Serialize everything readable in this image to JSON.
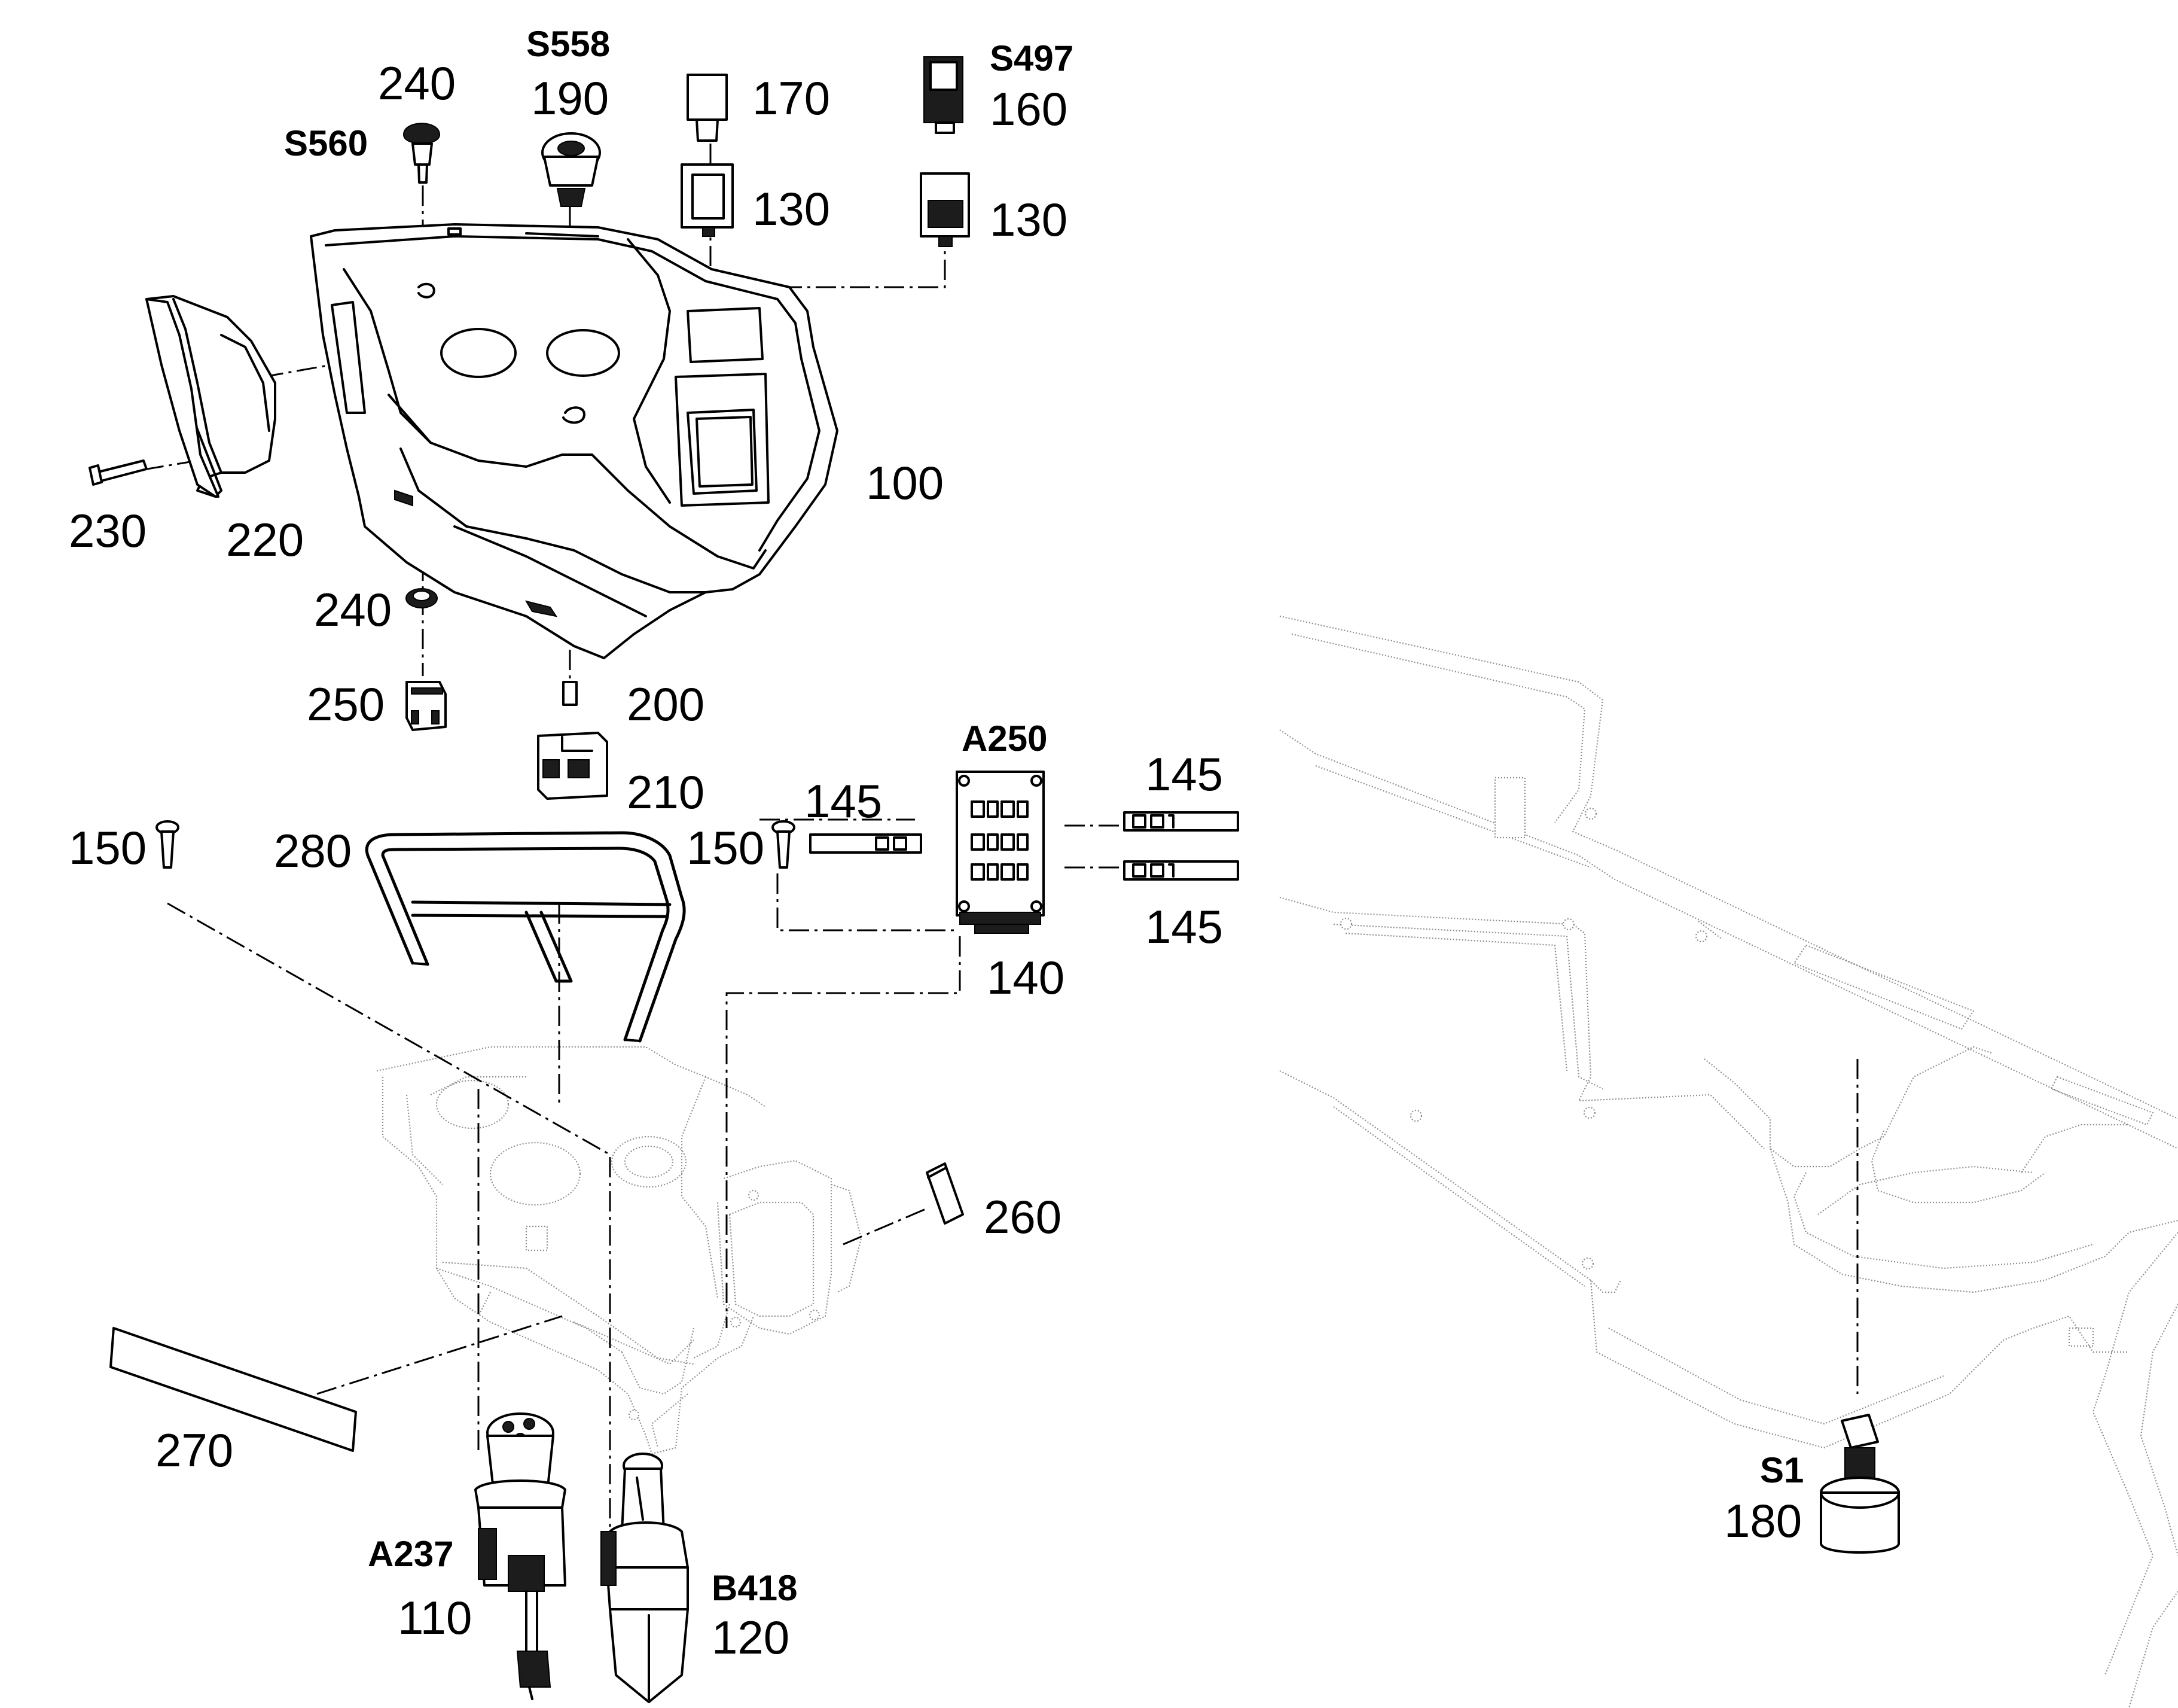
{
  "colors": {
    "ink": "#000000",
    "ghost": "#9a9a9a",
    "fill": "#ffffff"
  },
  "callouts": {
    "n100": "100",
    "n110": "110",
    "n120": "120",
    "n130a": "130",
    "n130b": "130",
    "n140": "140",
    "n145a": "145",
    "n145b": "145",
    "n145c": "145",
    "n150a": "150",
    "n150b": "150",
    "n160": "160",
    "n170": "170",
    "n180": "180",
    "n190": "190",
    "n200": "200",
    "n210": "210",
    "n220": "220",
    "n230": "230",
    "n240a": "240",
    "n240b": "240",
    "n250": "250",
    "n260": "260",
    "n270": "270",
    "n280": "280"
  },
  "references": {
    "s560": "S560",
    "s558": "S558",
    "s497": "S497",
    "a250": "A250",
    "a237": "A237",
    "b418": "B418",
    "s1": "S1"
  }
}
